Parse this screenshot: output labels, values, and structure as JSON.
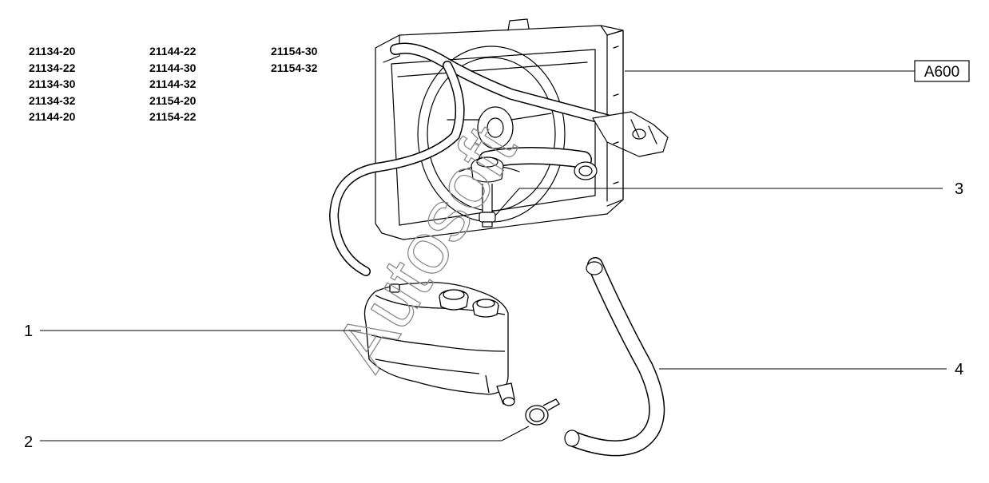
{
  "models": {
    "col1": [
      "21134-20",
      "21134-22",
      "21134-30",
      "21134-32",
      "21144-20"
    ],
    "col2": [
      "21144-22",
      "21144-30",
      "21144-32",
      "21154-20",
      "21154-22"
    ],
    "col3": [
      "21154-30",
      "21154-32"
    ]
  },
  "reference": "A600",
  "callouts": [
    "1",
    "2",
    "3",
    "4"
  ],
  "watermark": "Autosoft"
}
